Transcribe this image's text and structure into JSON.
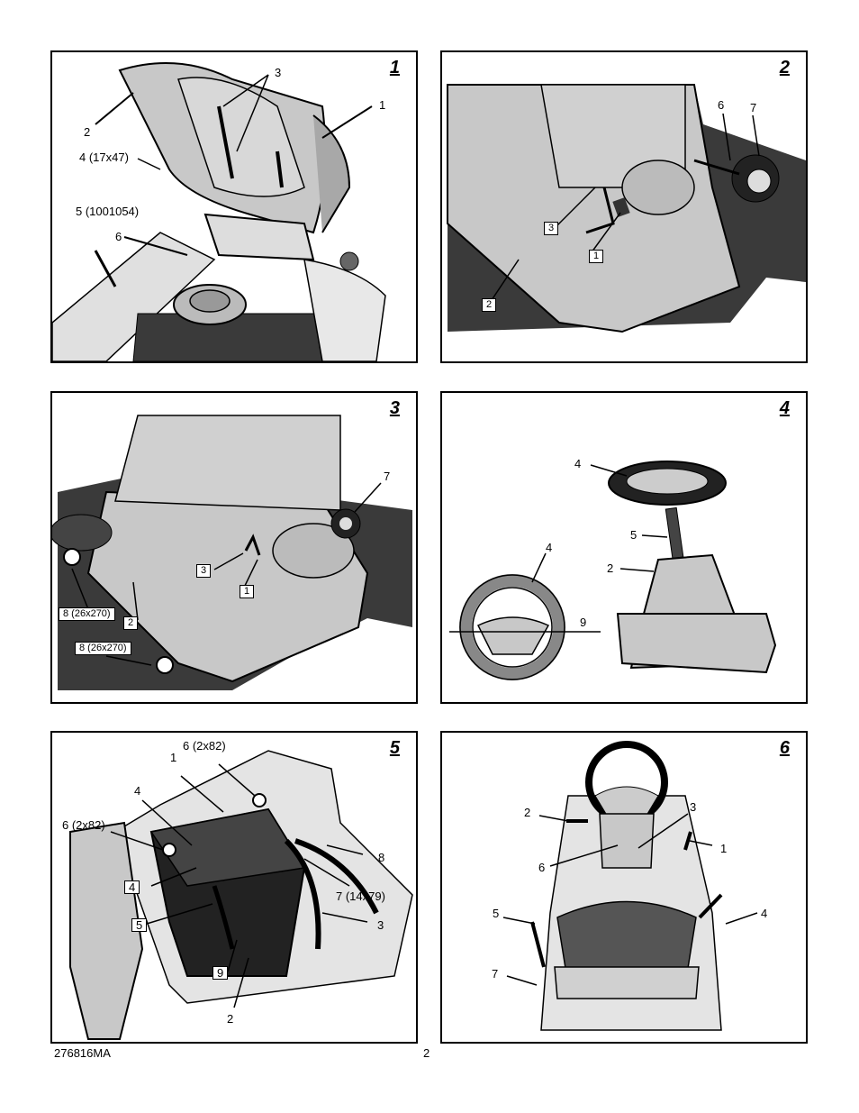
{
  "panels": [
    {
      "number": "1",
      "callouts": [
        "3",
        "1",
        "2",
        "4 (17x47)",
        "5 (1001054)",
        "6"
      ]
    },
    {
      "number": "2",
      "callouts": [
        "6",
        "7",
        "3",
        "1",
        "2"
      ]
    },
    {
      "number": "3",
      "callouts": [
        "7",
        "3",
        "1",
        "8 (26x270)",
        "2",
        "8 (26x270)"
      ]
    },
    {
      "number": "4",
      "callouts": [
        "4",
        "5",
        "2",
        "4",
        "9"
      ]
    },
    {
      "number": "5",
      "callouts": [
        "6 (2x82)",
        "1",
        "4",
        "6 (2x82)",
        "8",
        "4",
        "7 (14x79)",
        "5",
        "3",
        "9",
        "2"
      ]
    },
    {
      "number": "6",
      "callouts": [
        "3",
        "2",
        "1",
        "6",
        "5",
        "4",
        "7"
      ]
    }
  ],
  "footer": {
    "doc_code": "276816MA",
    "page_number": "2"
  },
  "colors": {
    "fill": "#c8c8c8",
    "shadow": "#3a3a3a",
    "line": "#000000",
    "paper": "#ffffff"
  }
}
